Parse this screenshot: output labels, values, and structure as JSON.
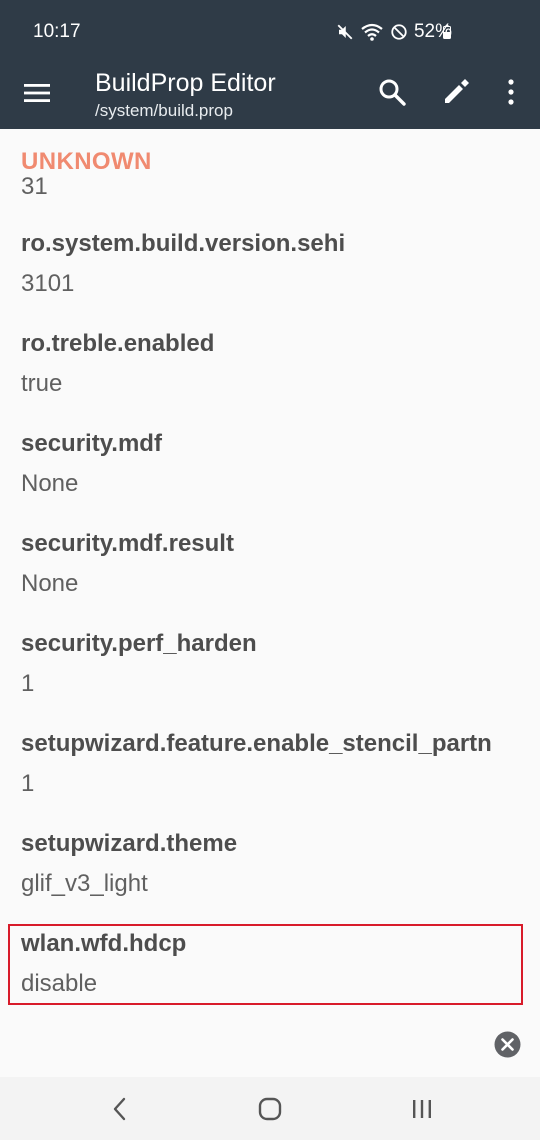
{
  "status_bar": {
    "time": "10:17",
    "battery": "52%",
    "icons": [
      "mute-icon",
      "wifi-icon",
      "do-not-disturb-icon",
      "battery-icon"
    ]
  },
  "app_bar": {
    "title": "BuildProp Editor",
    "subtitle": "/system/build.prop",
    "icons": [
      "menu-icon",
      "search-icon",
      "edit-icon",
      "more-vert-icon"
    ]
  },
  "section": {
    "header": "UNKNOWN",
    "partial_value": "31"
  },
  "props": [
    {
      "key": "ro.system.build.version.sehi",
      "value": "3101"
    },
    {
      "key": "ro.treble.enabled",
      "value": "true"
    },
    {
      "key": "security.mdf",
      "value": "None"
    },
    {
      "key": "security.mdf.result",
      "value": "None"
    },
    {
      "key": "security.perf_harden",
      "value": "1"
    },
    {
      "key": "setupwizard.feature.enable_stencil_partn",
      "value": "1"
    },
    {
      "key": "setupwizard.theme",
      "value": "glif_v3_light"
    },
    {
      "key": "wlan.wfd.hdcp",
      "value": "disable"
    }
  ],
  "colors": {
    "app_bar": "#2f3b47",
    "section_header": "#f08a70",
    "highlight": "#d81b2a",
    "background": "#fafafa"
  },
  "nav": {
    "icons": [
      "back-icon",
      "home-icon",
      "recents-icon"
    ]
  }
}
